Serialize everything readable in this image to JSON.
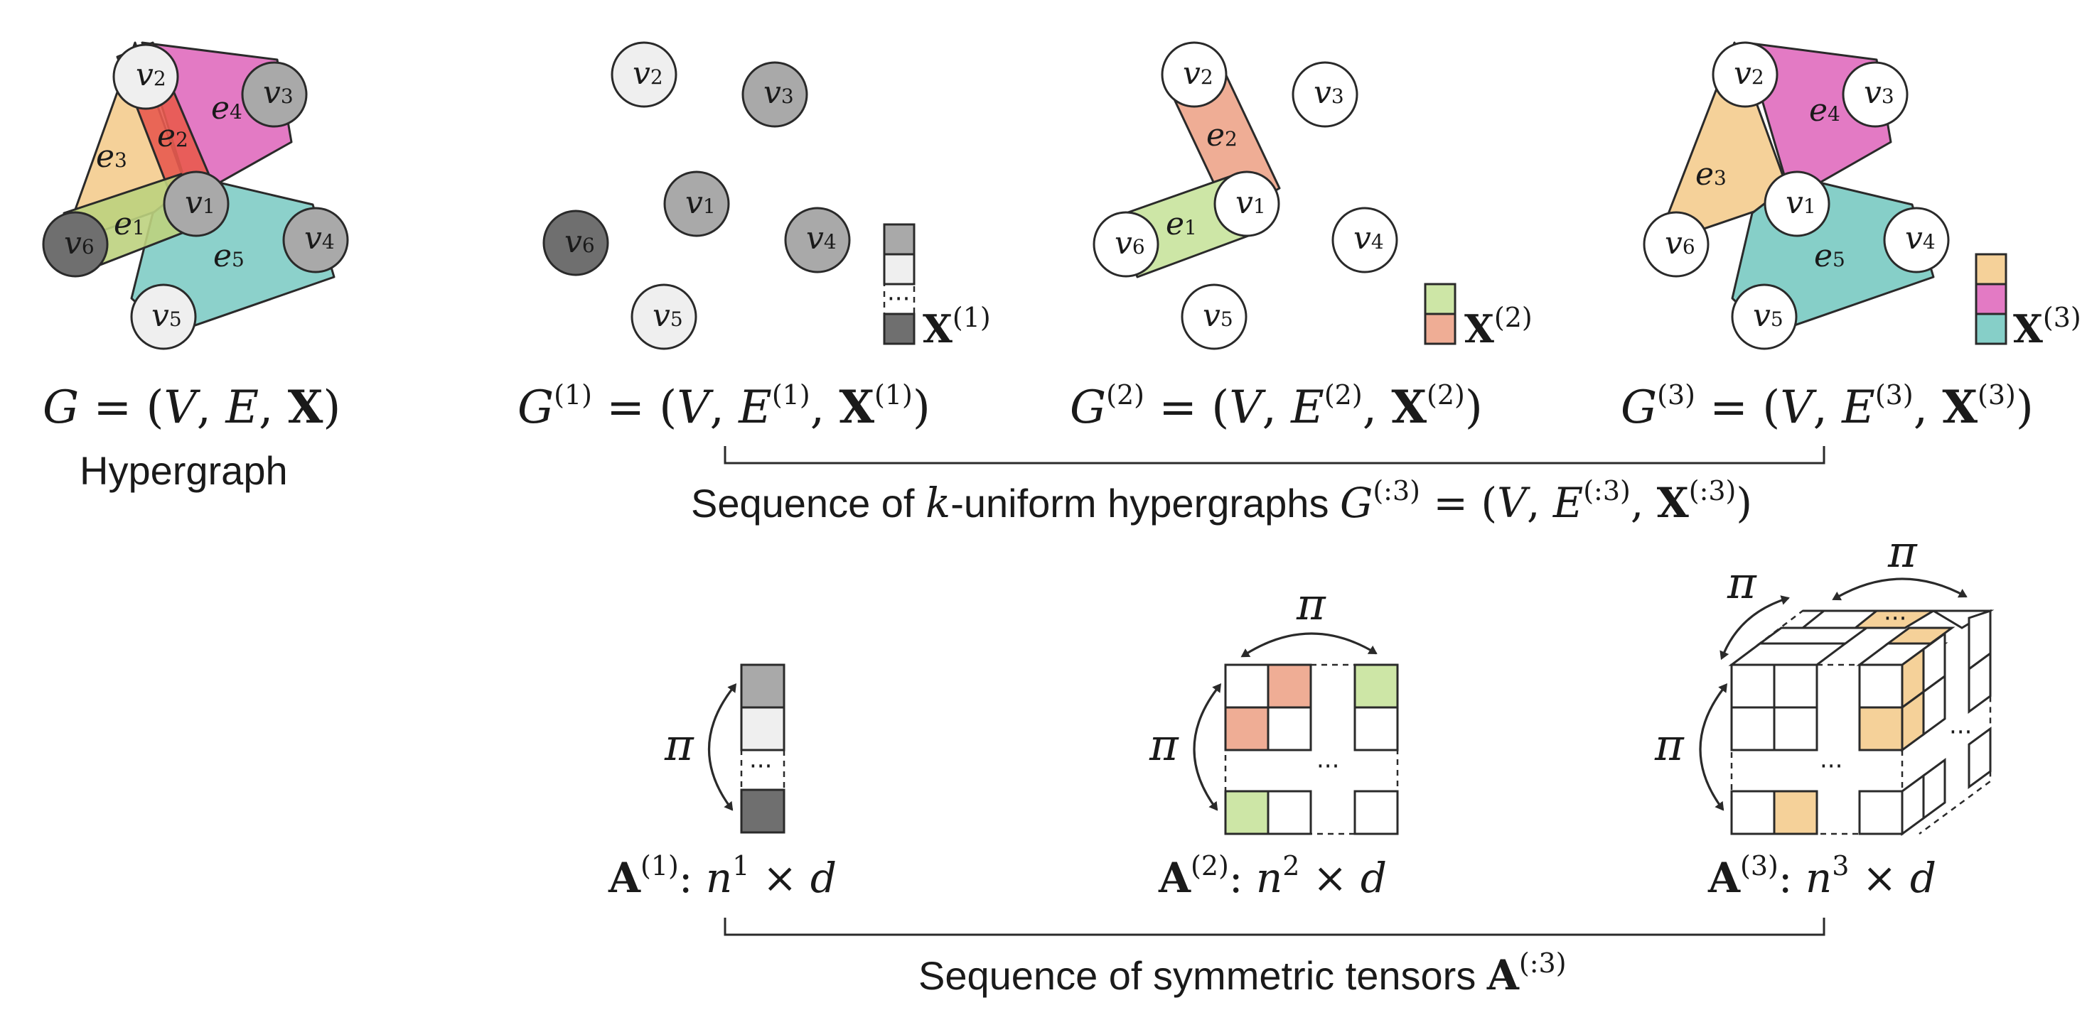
{
  "colors": {
    "node_light": "#efefef",
    "node_mid": "#a9a9a9",
    "node_dark": "#6f6f6f",
    "node_white": "#ffffff",
    "edge_e1": "#c9e0a0",
    "edge_e2": "#e85a4f",
    "edge_e3": "#f5d199",
    "edge_e4": "#e37ac4",
    "edge_e5": "#86cfc8",
    "order2_edge": "#efad95",
    "order1_edge": "#cde6a6",
    "accent_orange": "#f5d199"
  },
  "top": {
    "hypergraph": {
      "equation": "G = (V, E, X)",
      "caption": "Hypergraph",
      "vertices": [
        "v1",
        "v2",
        "v3",
        "v4",
        "v5",
        "v6"
      ],
      "edges": [
        "e1",
        "e2",
        "e3",
        "e4",
        "e5"
      ]
    },
    "g1": {
      "equation": "G(1) = (V, E(1), X(1))",
      "feature": "X(1)"
    },
    "g2": {
      "equation": "G(2) = (V, E(2), X(2))",
      "feature": "X(2)"
    },
    "g3": {
      "equation": "G(3) = (V, E(3), X(3))",
      "feature": "X(3)"
    },
    "sequence_caption": "Sequence of k-uniform hypergraphs",
    "sequence_equation": "G(:3) = (V, E(:3), X(:3))"
  },
  "bottom": {
    "a1": {
      "label": "A(1): n1 × d",
      "pi": "π"
    },
    "a2": {
      "label": "A(2): n2 × d",
      "pi": "π"
    },
    "a3": {
      "label": "A(3): n3 × d",
      "pi": "π"
    },
    "sequence_caption": "Sequence of symmetric tensors",
    "sequence_symbol": "A(:3)",
    "ellipsis": "···"
  },
  "text": {
    "G": "G",
    "eq": "=",
    "lp": "(",
    "rp": ")",
    "comma": ",",
    "V": "V",
    "E": "E",
    "X": "X",
    "A": "A",
    "s1": "(1)",
    "s2": "(2)",
    "s3": "(3)",
    "s3c": "(:3)",
    "colon": ":",
    "n": "n",
    "one": "1",
    "two": "2",
    "three": "3",
    "times": "×",
    "d": "d",
    "k": "k",
    "uniform_tail": "-uniform hypergraphs",
    "seq_prefix": "Sequence of ",
    "tensor_caption": "Sequence of symmetric tensors",
    "v": "v",
    "e": "e",
    "i1": "1",
    "i2": "2",
    "i3": "3",
    "i4": "4",
    "i5": "5",
    "i6": "6"
  }
}
